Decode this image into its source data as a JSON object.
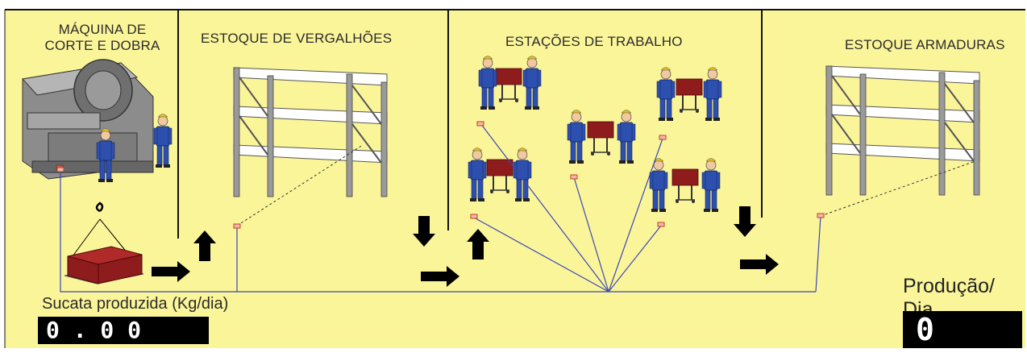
{
  "sections": {
    "machine_title_line1": "MÁQUINA DE",
    "machine_title_line2": "CORTE E DOBRA",
    "rebar_stock_title": "ESTOQUE DE VERGALHÕES",
    "workstations_title": "ESTAÇÕES DE TRABALHO",
    "assemblies_stock_title": "ESTOQUE ARMADURAS"
  },
  "scrap": {
    "label": "Sucata produzida (Kg/dia)",
    "value": "0 . 0 0"
  },
  "production": {
    "label": "Produção/ Dia",
    "value": "0"
  },
  "colors": {
    "background": "#fbf59a",
    "divider": "#111111",
    "worker": "#2d4fae",
    "table": "#8e1c1c",
    "network_line": "#3b47b5",
    "display": "#000000"
  }
}
